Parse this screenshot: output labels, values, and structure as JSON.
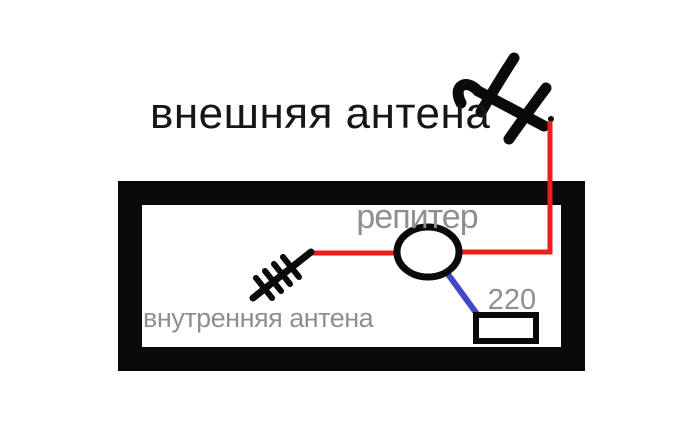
{
  "diagram": {
    "external_antenna_label": "внешняя антена",
    "repeater_label": "репитер",
    "internal_antenna_label": "внутренняя антена",
    "outlet_label": "220",
    "colors": {
      "title_text": "#161616",
      "label_gray": "#8f8f8f",
      "wire_rf_red": "#ee1c1c",
      "wire_power_blue": "#4545cc",
      "ink_black": "#0a0a0a",
      "background": "#ffffff"
    }
  }
}
